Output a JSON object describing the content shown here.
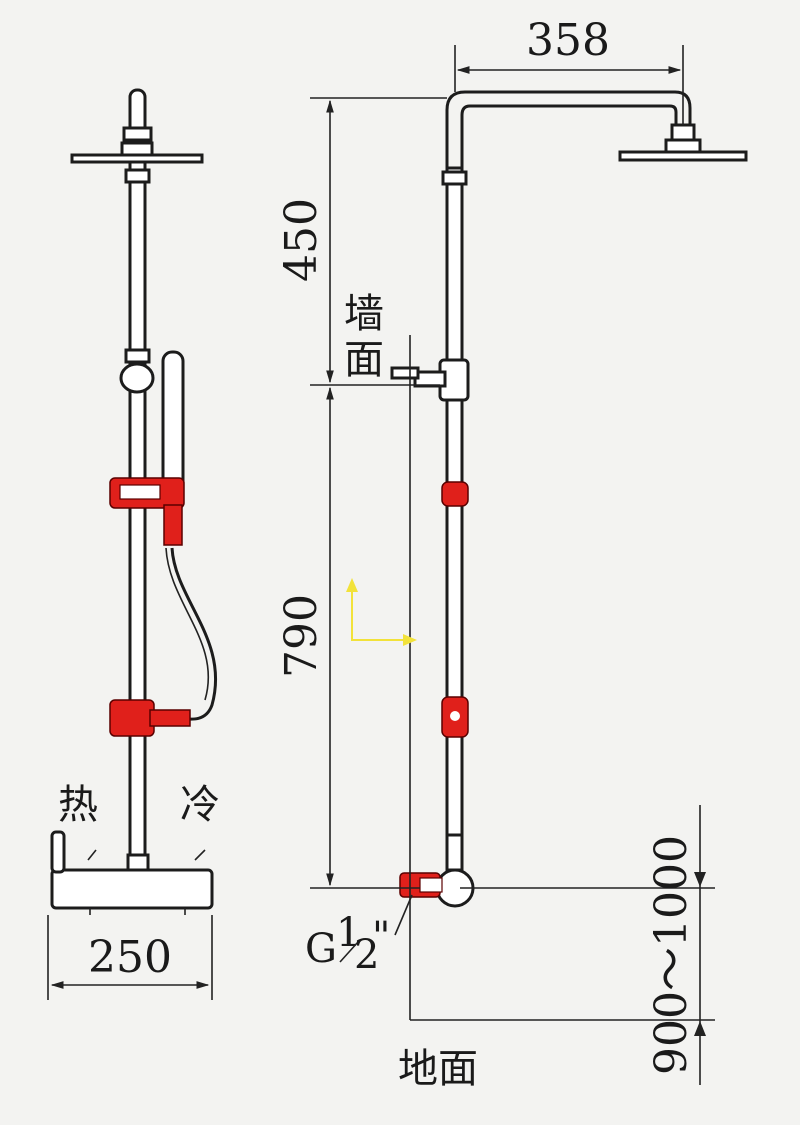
{
  "dimensions": {
    "head_reach": "358",
    "upper_height": "450",
    "lower_height": "790",
    "base_width": "250",
    "floor_height": "900～1000"
  },
  "labels": {
    "wall": "墙面",
    "hot": "热",
    "cold": "冷",
    "thread": "G",
    "thread_sup": "1",
    "thread_sub": "2",
    "thread_mark": "\"",
    "floor": "地面"
  },
  "colors": {
    "line": "#1c1c1c",
    "highlight": "#e0201b",
    "axis_marker": "#f2e23a",
    "background": "#f3f3f1"
  }
}
